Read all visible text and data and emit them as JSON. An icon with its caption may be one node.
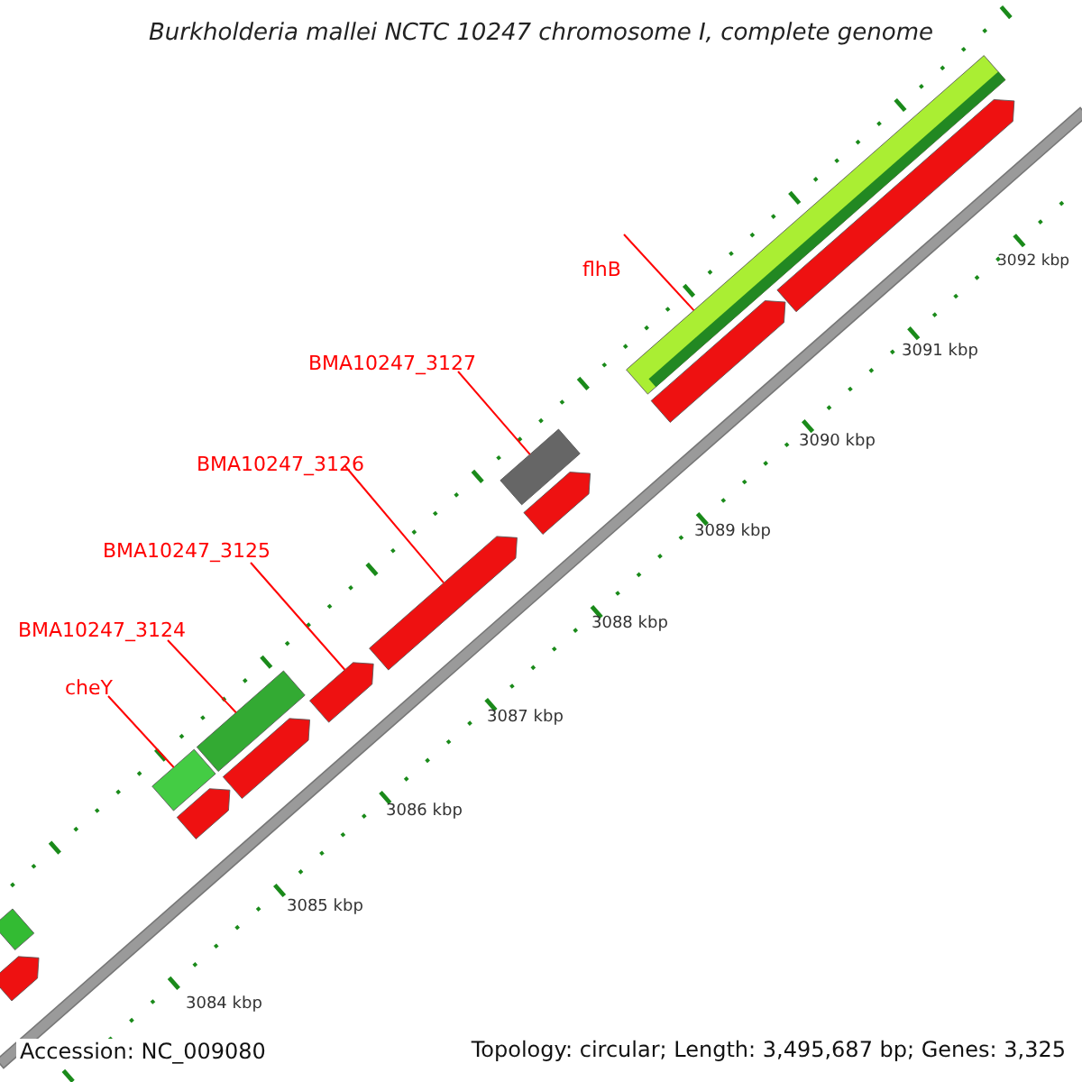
{
  "diagram": {
    "title": "Burkholderia mallei NCTC 10247 chromosome I, complete genome",
    "nodes": [
      {
        "text": [
          "flhB"
        ]
      },
      {
        "text": [
          "BMA10247_3127"
        ]
      },
      {
        "text": [
          "BMA10247_3126"
        ]
      },
      {
        "text": [
          "BMA10247_3125"
        ]
      },
      {
        "text": [
          "BMA10247_3124"
        ]
      },
      {
        "text": [
          "cheY"
        ]
      },
      {
        "text": [],
        "shape": "bar"
      },
      {
        "text": [],
        "shape": "box"
      },
      {
        "text": [],
        "shape": "arrow"
      },
      {
        "text": [],
        "shape": "arrow"
      },
      {
        "text": [],
        "shape": "bar"
      },
      {
        "text": [],
        "shape": "bar"
      },
      {
        "text": [],
        "shape": "arrow"
      },
      {
        "text": [],
        "shape": "arrow"
      },
      {
        "text": [],
        "shape": "arrow"
      },
      {
        "text": [],
        "shape": "arrow"
      },
      {
        "text": [],
        "shape": "arrow"
      },
      {
        "text": [],
        "shape": "arrow"
      },
      {
        "text": [],
        "shape": "bar"
      }
    ],
    "edges": [
      {
        "from": 0,
        "to": 6,
        "arrow": "none"
      },
      {
        "from": 1,
        "to": 7,
        "arrow": "none"
      },
      {
        "from": 2,
        "to": 8,
        "arrow": "none"
      },
      {
        "from": 3,
        "to": 9,
        "arrow": "none"
      },
      {
        "from": 4,
        "to": 10,
        "arrow": "none"
      },
      {
        "from": 5,
        "to": 11,
        "arrow": "none"
      }
    ],
    "labels": [
      "3092 kbp",
      "3091 kbp",
      "3090 kbp",
      "3089 kbp",
      "3088 kbp",
      "3087 kbp",
      "3086 kbp",
      "3085 kbp",
      "3084 kbp",
      "Accession: NC_009080",
      "Topology: circular; Length: 3,495,687 bp; Genes: 3,325"
    ]
  }
}
